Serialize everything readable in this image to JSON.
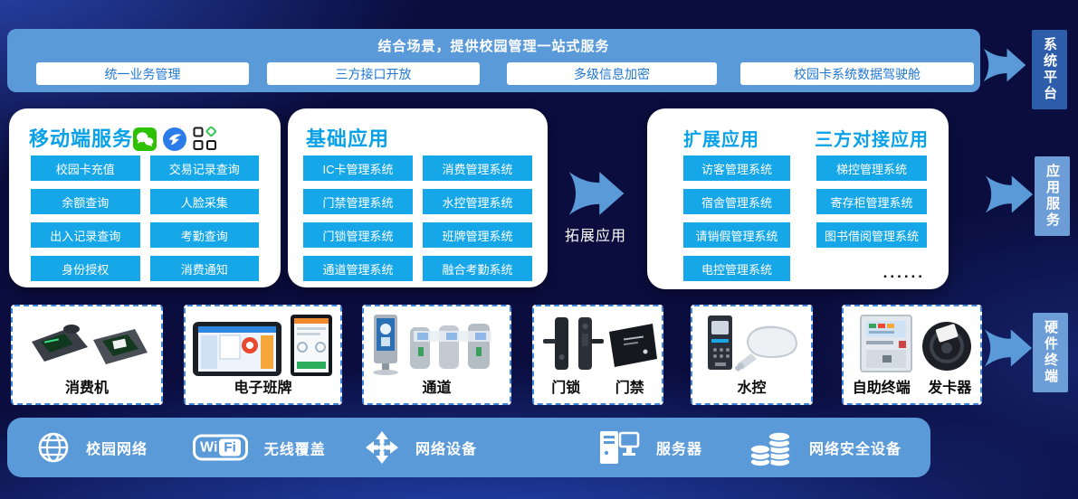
{
  "top_bar": {
    "title": "结合场景，提供校园管理一站式服务",
    "pills": [
      "统一业务管理",
      "三方接口开放",
      "多级信息加密",
      "校园卡系统数据驾驶舱"
    ]
  },
  "side_labels": {
    "platform": "系统平台",
    "application": "应用服务",
    "hardware": "硬件终端"
  },
  "middle_arrow": {
    "label": "拓展应用"
  },
  "cards": {
    "mobile": {
      "title": "移动端服务",
      "channel_icons": [
        "wechat-icon",
        "dingtalk-icon",
        "miniprogram-icon"
      ],
      "buttons": [
        "校园卡充值",
        "交易记录查询",
        "余额查询",
        "人脸采集",
        "出入记录查询",
        "考勤查询",
        "身份授权",
        "消费通知"
      ]
    },
    "basic": {
      "title": "基础应用",
      "buttons": [
        "IC卡管理系统",
        "消费管理系统",
        "门禁管理系统",
        "水控管理系统",
        "门锁管理系统",
        "班牌管理系统",
        "通道管理系统",
        "融合考勤系统"
      ]
    },
    "extended": {
      "title": "扩展应用",
      "buttons": [
        "访客管理系统",
        "宿舍管理系统",
        "请销假管理系统",
        "电控管理系统"
      ]
    },
    "third_party": {
      "title": "三方对接应用",
      "buttons": [
        "梯控管理系统",
        "寄存柜管理系统",
        "图书借阅管理系统"
      ],
      "more": "......"
    }
  },
  "hardware_row": {
    "cards": [
      {
        "labels": [
          "消费机"
        ]
      },
      {
        "labels": [
          "电子班牌"
        ]
      },
      {
        "labels": [
          "通道"
        ]
      },
      {
        "labels": [
          "门锁",
          "门禁"
        ]
      },
      {
        "labels": [
          "水控"
        ]
      },
      {
        "labels": [
          "自助终端",
          "发卡器"
        ]
      }
    ]
  },
  "bottom_bar": {
    "wifi_text_wi": "Wi",
    "wifi_text_fi": "Fi",
    "items": [
      {
        "icon": "globe-icon",
        "label": "校园网络"
      },
      {
        "icon": "wifi-icon",
        "label": "无线覆盖"
      },
      {
        "icon": "network-device-icon",
        "label": "网络设备"
      },
      {
        "icon": "server-icon",
        "label": "服务器"
      },
      {
        "icon": "security-device-icon",
        "label": "网络安全设备"
      }
    ]
  },
  "colors": {
    "background_dark": "#0a0d3e",
    "background_glow": "#264ab6",
    "bar_blue": "#5b9ad8",
    "pill_text_blue": "#1f76d2",
    "button_cyan": "#16a7e9",
    "card_title_cyan": "#09a2e8",
    "side_label_dark": "#2d5cab",
    "side_label_light": "#6d9dd6",
    "dashed_border_blue": "#3d85dd"
  }
}
